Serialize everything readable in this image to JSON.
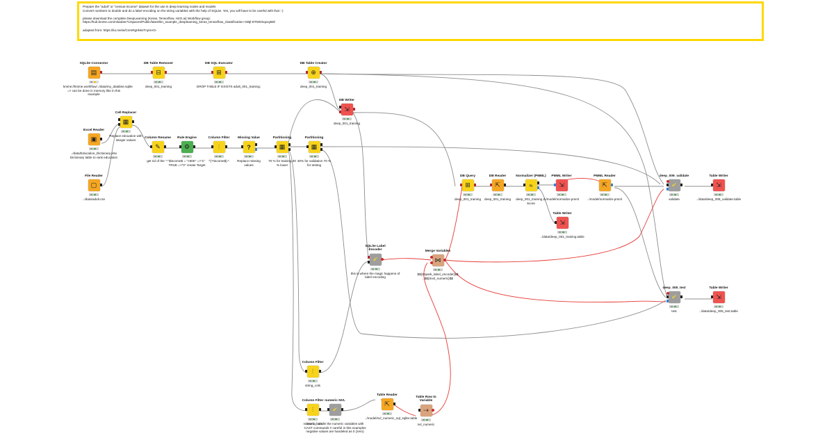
{
  "annotation": {
    "lines": [
      "Prepare the \"adult\" or \"census-income\" dataset for the use in deep learning nodes and models",
      "Convert numbers to double and do a label encoding on the string variables with the help of SQLite. Yes, you will have to be careful with that :-)",
      "",
      "please download the complete DeepLearning (Keras, Tensorflow, H2O.ai) Workflow group:",
      "https://hub.knime.com/mlauber71/spaces/Public/latest/kn_example_deeplearning_keras_tensorflow_classification~GBjl-DTMOSqoxyB9/",
      "",
      "adapted from: https://kx.me/w/CnmRgHkkvTnyHAO-"
    ],
    "border_color": "#ffd800"
  },
  "nodes": [
    {
      "id": "sqlite-connector",
      "title": "SQLite Connector",
      "icon": "database-connector-icon",
      "color": "#f5a623",
      "status": "ok",
      "caption": "knime://knime.workflow/../data/my_databse.sqlite => can be done in memory like in this example"
    },
    {
      "id": "db-table-remover",
      "title": "DB Table Remover",
      "icon": "table-remove-icon",
      "color": "#f7d31c",
      "status": "ok",
      "caption": "deep_001_training"
    },
    {
      "id": "db-sql-executor",
      "title": "DB SQL Executor",
      "icon": "sql-execute-icon",
      "color": "#f7d31c",
      "status": "ok",
      "caption": "DROP TABLE IF EXISTS adult_001_training;"
    },
    {
      "id": "db-table-creator",
      "title": "DB Table Creator",
      "icon": "table-create-icon",
      "color": "#f7d31c",
      "status": "ok",
      "caption": "deep_001_training"
    },
    {
      "id": "db-writer",
      "title": "DB Writer",
      "icon": "db-write-icon",
      "color": "#ef5350",
      "status": "ok",
      "caption": "deep_001_training"
    },
    {
      "id": "cell-replacer",
      "title": "Cell Replacer",
      "icon": "cell-replace-icon",
      "color": "#f7d31c",
      "status": "ok",
      "caption": "Replace edcuation with integer values"
    },
    {
      "id": "excel-reader",
      "title": "Excel Reader",
      "icon": "excel-icon",
      "color": "#f5a623",
      "status": "ok",
      "caption": "../data/Education_Dictionary.xlsx Dictionary table to rank education"
    },
    {
      "id": "file-reader",
      "title": "File Reader",
      "icon": "file-icon",
      "color": "#f5a623",
      "status": "ok",
      "caption": "../data/adult.csv"
    },
    {
      "id": "column-rename",
      "title": "Column Rename",
      "icon": "rename-icon",
      "color": "#f7d31c",
      "status": "ok",
      "caption": "get rid of the \"-\""
    },
    {
      "id": "rule-engine",
      "title": "Rule Engine",
      "icon": "rule-icon",
      "color": "#4caf50",
      "status": "ok",
      "caption": "$income$ = \">50K\" =>\"1\" TRUE =>\"0\" create Target"
    },
    {
      "id": "column-filter-1",
      "title": "Column Filter",
      "icon": "filter-icon",
      "color": "#f7d31c",
      "status": "ok",
      "caption": "^(?!income$).*"
    },
    {
      "id": "missing-value",
      "title": "Missing Value",
      "icon": "question-icon",
      "color": "#f7d31c",
      "status": "ok",
      "caption": "Replace missing values"
    },
    {
      "id": "partitioning-1",
      "title": "Partitioning",
      "icon": "partition-icon",
      "color": "#f7d31c",
      "status": "ok",
      "caption": "70 % for training 30 % lower"
    },
    {
      "id": "partitioning-2",
      "title": "Partitioning",
      "icon": "partition-icon",
      "color": "#f7d31c",
      "status": "ok",
      "caption": "30% for validation 70 % for testing"
    },
    {
      "id": "db-query",
      "title": "DB Query",
      "icon": "db-query-icon",
      "color": "#f7d31c",
      "status": "ok",
      "caption": "deep_001_training"
    },
    {
      "id": "db-reader",
      "title": "DB Reader",
      "icon": "db-read-icon",
      "color": "#f5a623",
      "status": "ok",
      "caption": "deep_001_training"
    },
    {
      "id": "normalizer-pmml",
      "title": "Normalizer (PMML)",
      "icon": "normalize-icon",
      "color": "#f7d31c",
      "status": "ok",
      "caption": "deep_001_training Z-Score"
    },
    {
      "id": "pmml-writer",
      "title": "PMML Writer",
      "icon": "pmml-write-icon",
      "color": "#ef5350",
      "status": "ok",
      "caption": "../model/normalize.pmml"
    },
    {
      "id": "pmml-reader",
      "title": "PMML Reader",
      "icon": "pmml-read-icon",
      "color": "#f5a623",
      "status": "ok",
      "caption": "../model/normalize.pmml"
    },
    {
      "id": "table-writer-training",
      "title": "Table Writer",
      "icon": "table-write-icon",
      "color": "#ef5350",
      "status": "ok",
      "caption": "../data/deep_001_training.table"
    },
    {
      "id": "deep-009-validate",
      "title": "deep_009_validate",
      "icon": "component-icon",
      "color": "#9e9e9e",
      "status": "ok",
      "caption": "validate"
    },
    {
      "id": "table-writer-validate",
      "title": "Table Writer",
      "icon": "table-write-icon",
      "color": "#ef5350",
      "status": "ok",
      "caption": "../data/deep_009_validate.table"
    },
    {
      "id": "sqlite-label-encoder",
      "title": "SQLite Label Encoder",
      "icon": "component-icon",
      "color": "#9e9e9e",
      "status": "ok",
      "caption": "this is where the magic happens of label encoding"
    },
    {
      "id": "merge-variables",
      "title": "Merge Variables",
      "icon": "merge-icon",
      "color": "#d9a37d",
      "status": "ok",
      "caption": "$${Sspark_label_encoder}$$ , $${Snvl_numeric}$$"
    },
    {
      "id": "deep-005-test",
      "title": "deep_005_test",
      "icon": "component-icon",
      "color": "#9e9e9e",
      "status": "ok",
      "caption": "test"
    },
    {
      "id": "table-writer-test",
      "title": "Table Writer",
      "icon": "table-write-icon",
      "color": "#ef5350",
      "status": "ok",
      "caption": "../data/deep_005_test.table"
    },
    {
      "id": "column-filter-string",
      "title": "Column Filter",
      "icon": "filter-icon",
      "color": "#f7d31c",
      "status": "ok",
      "caption": "string_cols"
    },
    {
      "id": "column-filter-numeric",
      "title": "Column Filter",
      "icon": "filter-icon",
      "color": "#f7d31c",
      "status": "ok",
      "caption": "numeric_cols"
    },
    {
      "id": "numeric-nvl",
      "title": "numeric NVL",
      "icon": "component-icon",
      "color": "#9e9e9e",
      "status": "ok",
      "caption": "how to handle the numeric variables with CAST commands !! careful in this examples negative values are handeled as 0 (zero)"
    },
    {
      "id": "table-reader",
      "title": "Table Reader",
      "icon": "table-read-icon",
      "color": "#f5a623",
      "status": "ok",
      "caption": "../model/nvl_numeric_sql_sqlite.table"
    },
    {
      "id": "table-row-to-variable",
      "title": "Table Row to Variable",
      "icon": "row-to-var-icon",
      "color": "#d9a37d",
      "status": "ok",
      "caption": "nvl_numeric"
    }
  ],
  "colors": {
    "wire": "#8c8c8c",
    "variable_wire": "#e53935",
    "db_port": "#b3282d"
  }
}
